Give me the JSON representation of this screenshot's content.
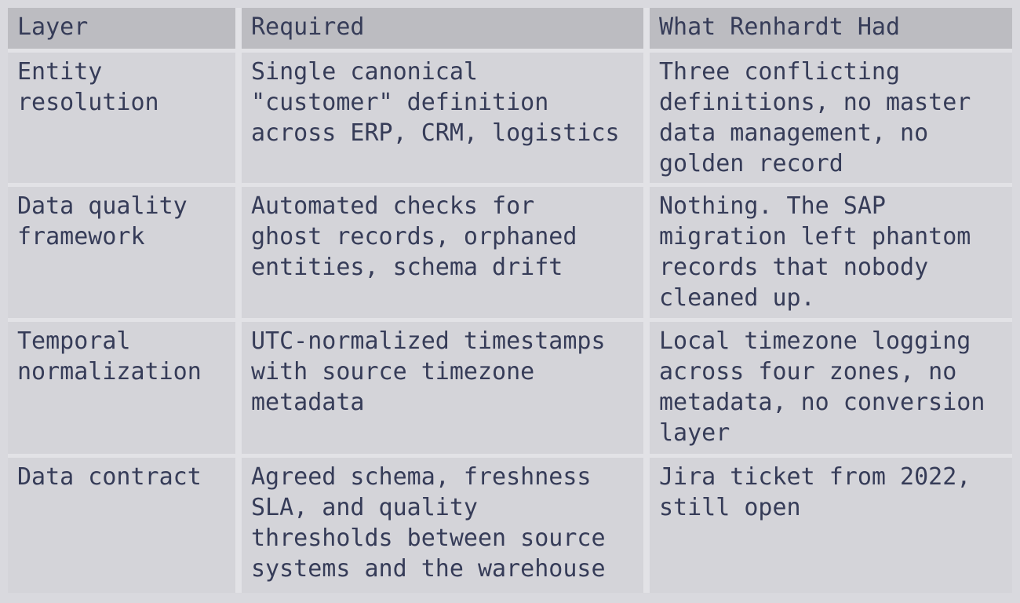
{
  "colors": {
    "page_background": "#d9d9de",
    "table_gap": "#e2e2e6",
    "header_background": "#bcbcc1",
    "cell_background": "#d4d4d9",
    "text": "#363c58"
  },
  "table": {
    "headers": {
      "layer": "Layer",
      "required": "Required",
      "had": "What Renhardt Had"
    },
    "rows": [
      {
        "layer": "Entity\nresolution",
        "required": "Single canonical\n\"customer\" definition\nacross ERP, CRM, logistics",
        "had": "Three conflicting\ndefinitions, no master\ndata management, no\ngolden record"
      },
      {
        "layer": "Data quality\nframework",
        "required": "Automated checks for\nghost records, orphaned\nentities, schema drift",
        "had": "Nothing. The SAP\nmigration left phantom\nrecords that nobody\ncleaned up."
      },
      {
        "layer": "Temporal\nnormalization",
        "required": "UTC-normalized timestamps\nwith source timezone\nmetadata",
        "had": "Local timezone logging\nacross four zones, no\nmetadata, no conversion\nlayer"
      },
      {
        "layer": "Data contract",
        "required": "Agreed schema, freshness\nSLA, and quality\nthresholds between source\nsystems and the warehouse",
        "had": "Jira ticket from 2022,\nstill open"
      }
    ]
  }
}
